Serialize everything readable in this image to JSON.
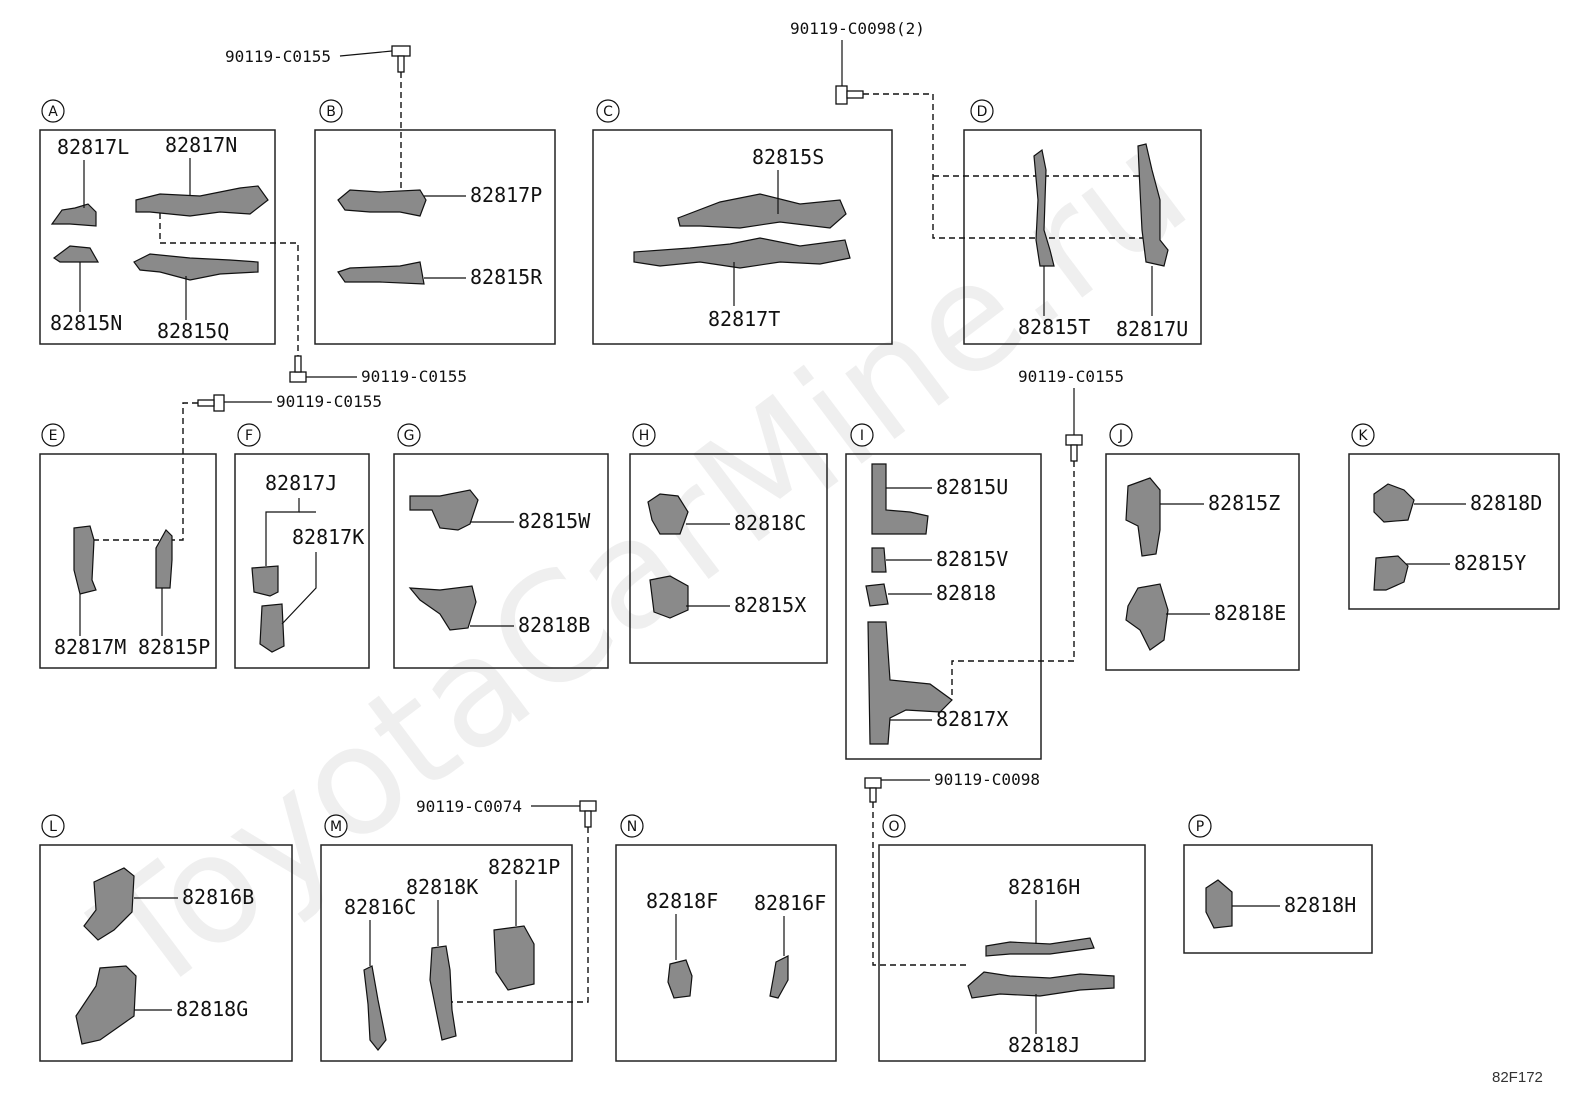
{
  "watermark": "ToyotaCarMine.ru",
  "diagram_code": "82F172",
  "bolts": {
    "top_b": "90119-C0155",
    "top_d": "90119-C0098(2)",
    "a_right": "90119-C0155",
    "e_top": "90119-C0155",
    "i_top": "90119-C0155",
    "i_bottom": "90119-C0098",
    "m_top": "90119-C0074"
  },
  "sections": {
    "A": {
      "letter": "A",
      "parts": [
        "82817L",
        "82817N",
        "82815N",
        "82815Q"
      ]
    },
    "B": {
      "letter": "B",
      "parts": [
        "82817P",
        "82815R"
      ]
    },
    "C": {
      "letter": "C",
      "parts": [
        "82815S",
        "82817T"
      ]
    },
    "D": {
      "letter": "D",
      "parts": [
        "82815T",
        "82817U"
      ]
    },
    "E": {
      "letter": "E",
      "parts": [
        "82817M",
        "82815P"
      ]
    },
    "F": {
      "letter": "F",
      "parts": [
        "82817J",
        "82817K"
      ]
    },
    "G": {
      "letter": "G",
      "parts": [
        "82815W",
        "82818B"
      ]
    },
    "H": {
      "letter": "H",
      "parts": [
        "82818C",
        "82815X"
      ]
    },
    "I": {
      "letter": "I",
      "parts": [
        "82815U",
        "82815V",
        "82818",
        "82817X"
      ]
    },
    "J": {
      "letter": "J",
      "parts": [
        "82815Z",
        "82818E"
      ]
    },
    "K": {
      "letter": "K",
      "parts": [
        "82818D",
        "82815Y"
      ]
    },
    "L": {
      "letter": "L",
      "parts": [
        "82816B",
        "82818G"
      ]
    },
    "M": {
      "letter": "M",
      "parts": [
        "82816C",
        "82818K",
        "82821P"
      ]
    },
    "N": {
      "letter": "N",
      "parts": [
        "82818F",
        "82816F"
      ]
    },
    "O": {
      "letter": "O",
      "parts": [
        "82816H",
        "82818J"
      ]
    },
    "P": {
      "letter": "P",
      "parts": [
        "82818H"
      ]
    }
  }
}
